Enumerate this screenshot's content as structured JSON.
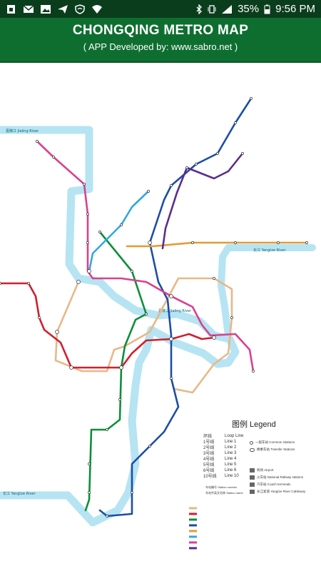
{
  "status_bar": {
    "battery": "35%",
    "time": "9:56 PM",
    "icons": [
      "sim-card-icon",
      "mail-icon",
      "gallery-icon",
      "send-icon",
      "wifi-shield-icon",
      "wifi-icon",
      "bluetooth-icon",
      "vibrate-icon",
      "signal-icon",
      "battery-icon"
    ]
  },
  "header": {
    "title": "CHONGQING METRO MAP",
    "subtitle": "( APP Developed by: www.sabro.net )"
  },
  "rivers": {
    "jialing_river": "嘉陵江 Jialing River",
    "jialing_river_2": "嘉陵江 Jialing River",
    "yangtze_river": "长江 Yangtze River",
    "yangtze_river_2": "长江 Yangtze River"
  },
  "legend": {
    "title": "图例 Legend",
    "lines": [
      {
        "cn": "环线",
        "en": "Loop Line",
        "color": "#e8b888"
      },
      {
        "cn": "1号线",
        "en": "Line 1",
        "color": "#d01f2f"
      },
      {
        "cn": "2号线",
        "en": "Line 2",
        "color": "#0b8f3a"
      },
      {
        "cn": "3号线",
        "en": "Line 3",
        "color": "#1d4ea5"
      },
      {
        "cn": "4号线",
        "en": "Line 4",
        "color": "#e39b33"
      },
      {
        "cn": "5号线",
        "en": "Line 5",
        "color": "#31a8e0"
      },
      {
        "cn": "6号线",
        "en": "Line 6",
        "color": "#d9418c"
      },
      {
        "cn": "10号线",
        "en": "Line 10",
        "color": "#5b2d8e"
      }
    ],
    "station_types": [
      {
        "label": "一般车站 Common Stations"
      },
      {
        "label": "换乘车站 Transfer Stations"
      }
    ],
    "facilities": [
      {
        "label": "机场 Airport"
      },
      {
        "label": "火车站 National Railway stations"
      },
      {
        "label": "汽车站 Coach terminals"
      },
      {
        "label": "长江索道 Yangtze River Cableway"
      }
    ],
    "station_number_label": "车站编号 Station number",
    "station_name_label": "车站中英文名称 Station name"
  },
  "colors": {
    "header_green": "#0e6e30",
    "status_green": "#0a3d1c",
    "river": "#b6e4f2"
  }
}
